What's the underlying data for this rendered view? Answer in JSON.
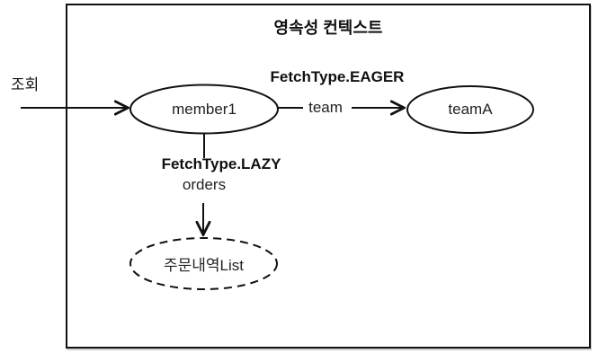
{
  "title": "영속성 컨텍스트",
  "outside": {
    "query_label": "조회"
  },
  "nodes": {
    "member": {
      "label": "member1"
    },
    "team": {
      "label": "teamA"
    },
    "orders_list": {
      "label": "주문내역List"
    }
  },
  "edges": {
    "eager_annotation": "FetchType.EAGER",
    "team_label": "team",
    "lazy_annotation": "FetchType.LAZY",
    "orders_label": "orders"
  },
  "colors": {
    "stroke": "#111111",
    "background": "#ffffff"
  }
}
